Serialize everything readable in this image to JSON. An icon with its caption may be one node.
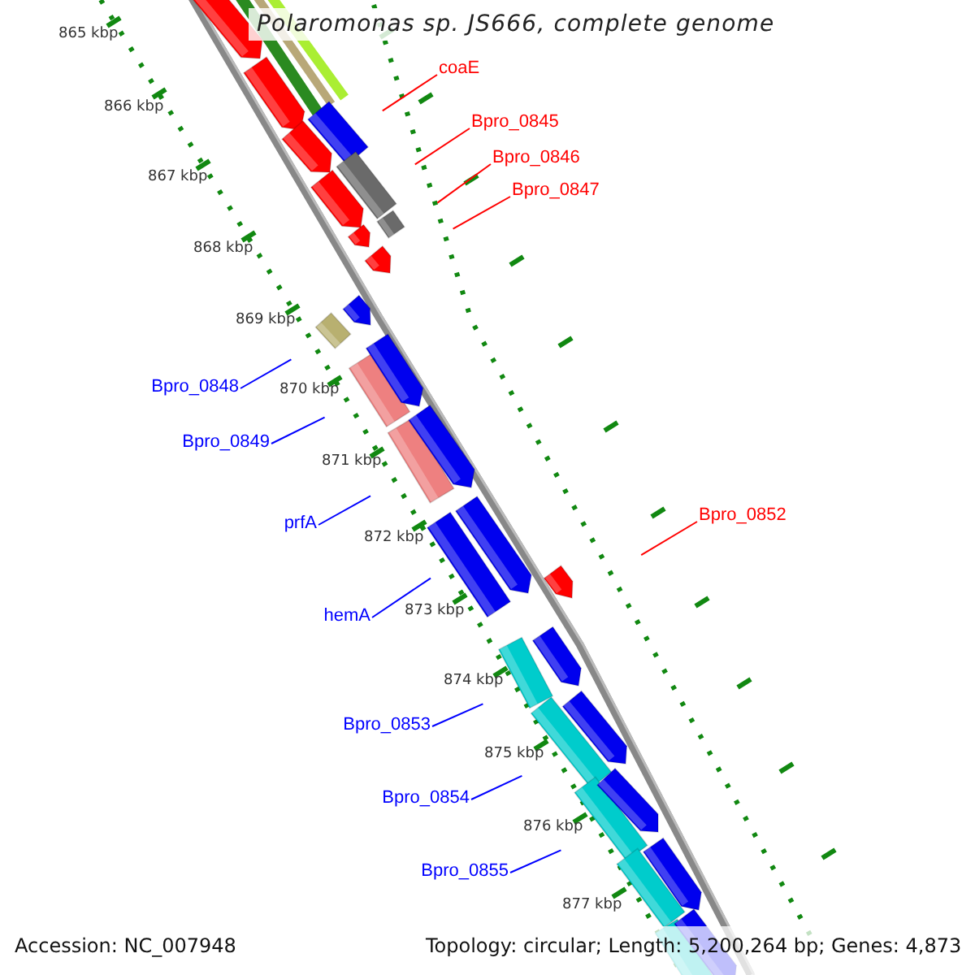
{
  "diagram": {
    "title": "Polaromonas sp. JS666, complete genome",
    "nodes": [
      {
        "text": [
          "coaE"
        ]
      },
      {
        "text": [
          "Bpro_0845"
        ]
      },
      {
        "text": [
          "Bpro_0846"
        ]
      },
      {
        "text": [
          "Bpro_0847"
        ]
      },
      {
        "text": [
          "Bpro_0848"
        ]
      },
      {
        "text": [
          "Bpro_0849"
        ]
      },
      {
        "text": [
          "prfA"
        ]
      },
      {
        "text": [
          "Bpro_0852"
        ]
      },
      {
        "text": [
          "hemA"
        ]
      },
      {
        "text": [
          "Bpro_0853"
        ]
      },
      {
        "text": [
          "Bpro_0854"
        ]
      },
      {
        "text": [
          "Bpro_0855"
        ]
      }
    ],
    "edges": [
      {
        "from": 0,
        "to": null,
        "arrow": "none",
        "color": "#ff0000"
      },
      {
        "from": 1,
        "to": null,
        "arrow": "none",
        "color": "#ff0000"
      },
      {
        "from": 2,
        "to": null,
        "arrow": "none",
        "color": "#ff0000"
      },
      {
        "from": 3,
        "to": null,
        "arrow": "none",
        "color": "#ff0000"
      },
      {
        "from": 4,
        "to": null,
        "arrow": "none"
      },
      {
        "from": 5,
        "to": null,
        "arrow": "none"
      },
      {
        "from": 6,
        "to": null,
        "arrow": "none"
      },
      {
        "from": 7,
        "to": null,
        "arrow": "none",
        "color": "#ff0000"
      },
      {
        "from": 8,
        "to": null,
        "arrow": "none"
      },
      {
        "from": 9,
        "to": null,
        "arrow": "none"
      },
      {
        "from": 10,
        "to": null,
        "arrow": "none"
      },
      {
        "from": 11,
        "to": null,
        "arrow": "none"
      }
    ],
    "labels": [
      "865 kbp",
      "866 kbp",
      "867 kbp",
      "868 kbp",
      "869 kbp",
      "870 kbp",
      "871 kbp",
      "872 kbp",
      "873 kbp",
      "874 kbp",
      "875 kbp",
      "876 kbp",
      "877 kbp",
      "Accession: NC_007948",
      "Topology: circular; Length: 5,200,264 bp; Genes: 4,873"
    ]
  }
}
